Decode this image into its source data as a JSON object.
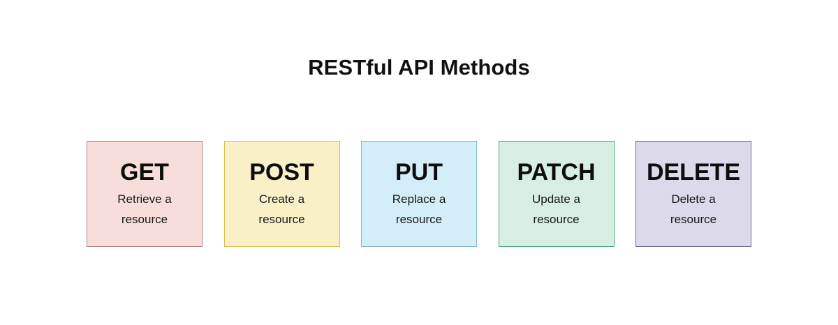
{
  "page": {
    "title": "RESTful API Methods",
    "background_color": "#ffffff",
    "title_color": "#111111"
  },
  "cards": [
    {
      "method": "GET",
      "description": "Retrieve a resource",
      "fill_color": "#f8dedb",
      "border_color": "#b5807f"
    },
    {
      "method": "POST",
      "description": "Create a resource",
      "fill_color": "#faf0c8",
      "border_color": "#d9c04a"
    },
    {
      "method": "PUT",
      "description": "Replace a resource",
      "fill_color": "#d3eef8",
      "border_color": "#7fb8cd"
    },
    {
      "method": "PATCH",
      "description": "Update a resource",
      "fill_color": "#d6efe2",
      "border_color": "#4ca882"
    },
    {
      "method": "DELETE",
      "description": "Delete a resource",
      "fill_color": "#dcd9ea",
      "border_color": "#6b6a8a"
    }
  ]
}
